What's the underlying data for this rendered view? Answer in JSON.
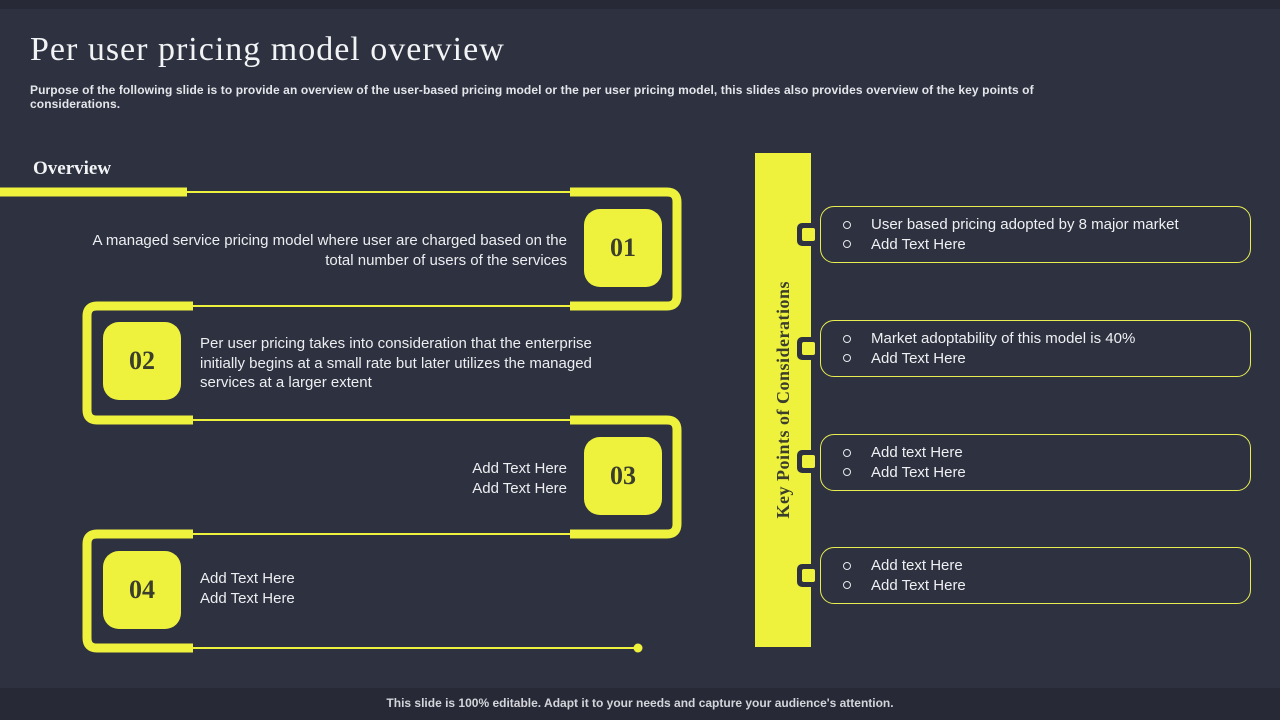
{
  "slide": {
    "title": "Per user pricing model overview",
    "subtitle": "Purpose of the following slide is to provide an overview of the user-based pricing model or the per user pricing model, this slides also provides overview of the key points of considerations.",
    "footer": "This slide is 100% editable. Adapt it to your needs and capture your audience's attention."
  },
  "overview": {
    "heading": "Overview",
    "items": [
      {
        "number": "01",
        "side": "right",
        "text": "A managed service pricing model where user are charged based on the total number of users of the services"
      },
      {
        "number": "02",
        "side": "left",
        "text": "Per user pricing takes into consideration that the enterprise initially begins at a small rate but later utilizes the managed services at a larger extent"
      },
      {
        "number": "03",
        "side": "right",
        "text": "Add Text Here\nAdd Text Here"
      },
      {
        "number": "04",
        "side": "left",
        "text": "Add Text Here\nAdd Text Here"
      }
    ]
  },
  "key_points": {
    "banner": "Key Points of Considerations",
    "boxes": [
      {
        "bullets": [
          "User based pricing adopted by 8 major market",
          "Add Text Here"
        ]
      },
      {
        "bullets": [
          "Market adoptability of this model is 40%",
          "Add Text Here"
        ]
      },
      {
        "bullets": [
          "Add text Here",
          "Add Text Here"
        ]
      },
      {
        "bullets": [
          "Add text Here",
          "Add Text Here"
        ]
      }
    ]
  },
  "colors": {
    "background": "#2d3140",
    "accent": "#eef23d",
    "box_border": "#e9ee50",
    "text_light": "#eceef0",
    "text_on_accent": "#3b3e2c"
  }
}
